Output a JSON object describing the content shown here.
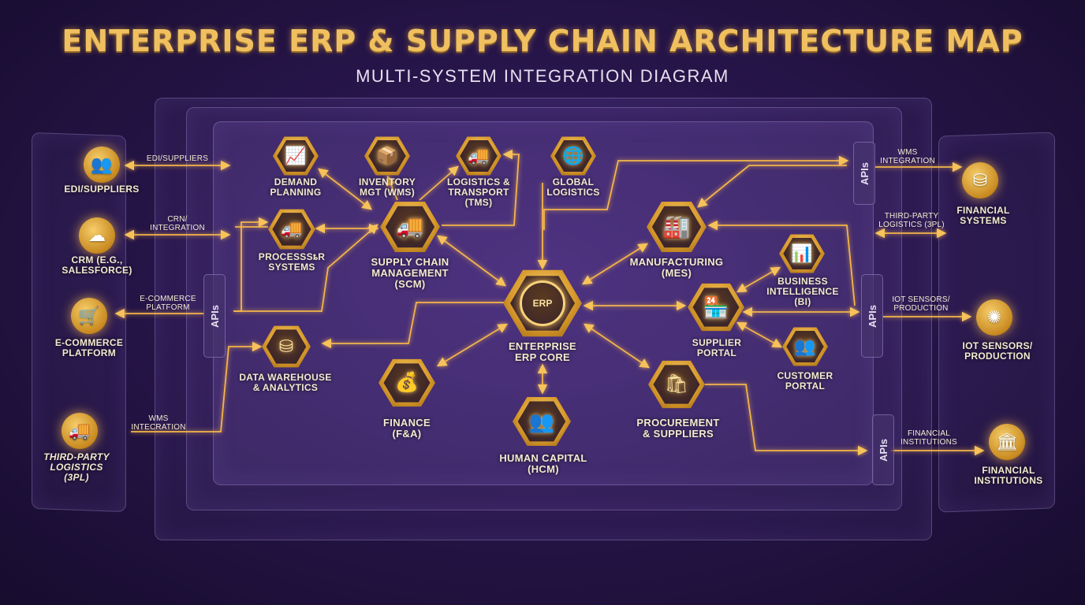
{
  "header": {
    "title": "ENTERPRISE ERP & SUPPLY CHAIN ARCHITECTURE MAP",
    "subtitle": "MULTI-SYSTEM INTEGRATION DIAGRAM"
  },
  "apis_label": "APIs",
  "left_systems": [
    {
      "label": "EDI/SUPPLIERS",
      "icon": "people-icon"
    },
    {
      "label": "CRM (E.G.,\nSALESFORCE)",
      "icon": "cloud-icon"
    },
    {
      "label": "E-COMMERCE\nPLATFORM",
      "icon": "cart-icon"
    },
    {
      "label": "THIRD-PARTY\nLOGISTICS\n(3PL)",
      "icon": "truck-icon"
    }
  ],
  "right_systems": [
    {
      "label": "FINANCIAL\nSYSTEMS",
      "icon": "database-icon"
    },
    {
      "label": "IOT SENSORS/\nPRODUCTION",
      "icon": "network-icon"
    },
    {
      "label": "FINANCIAL\nINSTITUTIONS",
      "icon": "bank-icon"
    }
  ],
  "left_connectors": [
    "EDI/SUPPLIERS",
    "CRN/\nINTEGRATION",
    "E-COMMERCE\nPLATFORM",
    "WMS\nINTECRATION"
  ],
  "right_connectors": [
    "WMS\nINTEGRATION",
    "THIRD-PARTY\nLOGISTICS (3PL)",
    "IOT SENSORS/\nPRODUCTION",
    "FINANCIAL\nINSTITUTIONS"
  ],
  "modules": {
    "demand_planning": {
      "label": "DEMAND\nPLANNING",
      "icon": "chart-icon"
    },
    "inventory": {
      "label": "INVENTORY\nMGT (WMS)",
      "icon": "box-icon"
    },
    "logistics": {
      "label": "LOGISTICS &\nTRANSPORT\n(TMS)",
      "icon": "truck-icon"
    },
    "global_logistics": {
      "label": "GLOBAL\nLOGISTICS",
      "icon": "globe-icon"
    },
    "processor": {
      "label": "PROCESSSȶR\nSYSTEMS",
      "icon": "truck-icon"
    },
    "scm": {
      "label": "SUPPLY CHAIN\nMANAGEMENT\n(SCM)",
      "icon": "truck-icon"
    },
    "manufacturing": {
      "label": "MANUFACTURING\n(MES)",
      "icon": "factory-icon"
    },
    "bi": {
      "label": "BUSINESS\nINTELLIGENCE\n(BI)",
      "icon": "chart-icon"
    },
    "erp_core": {
      "label": "ENTERPRISE\nERP CORE",
      "badge": "ERP",
      "icon": "gear-icon"
    },
    "supplier_portal": {
      "label": "SUPPLIER\nPORTAL",
      "icon": "store-icon"
    },
    "customer_portal": {
      "label": "CUSTOMER\nPORTAL",
      "icon": "people-icon"
    },
    "data_warehouse": {
      "label": "DATA WAREHOUSE\n& ANALYTICS",
      "icon": "database-icon"
    },
    "finance": {
      "label": "FINANCE\n(F&A)",
      "icon": "money-icon"
    },
    "procurement": {
      "label": "PROCUREMENT\n& SUPPLIERS",
      "icon": "procurement-icon"
    },
    "hcm": {
      "label": "HUMAN CAPITAL\n(HCM)",
      "icon": "people-icon"
    }
  },
  "colors": {
    "gold": "#f0c060",
    "line": "#f4b54a",
    "background": "#27154a"
  }
}
